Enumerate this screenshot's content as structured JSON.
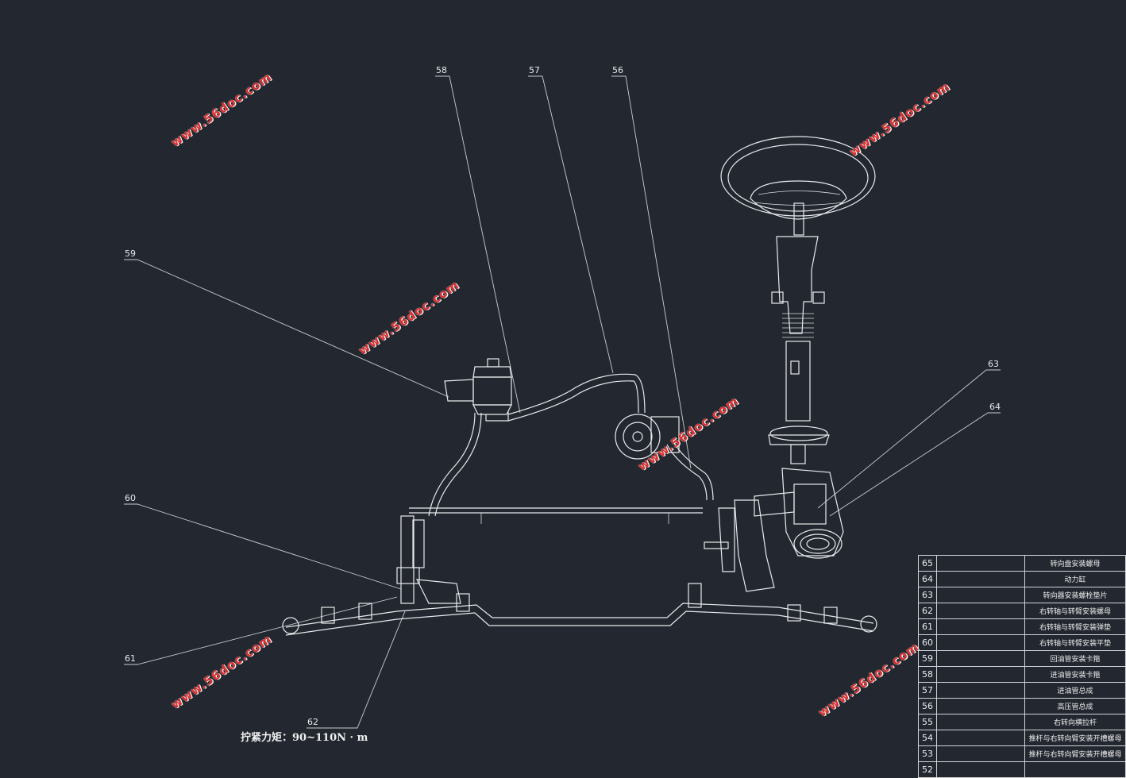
{
  "callouts": [
    {
      "id": "58",
      "label": "58"
    },
    {
      "id": "57",
      "label": "57"
    },
    {
      "id": "56",
      "label": "56"
    },
    {
      "id": "59",
      "label": "59"
    },
    {
      "id": "60",
      "label": "60"
    },
    {
      "id": "61",
      "label": "61"
    },
    {
      "id": "62",
      "label": "62"
    },
    {
      "id": "63",
      "label": "63"
    },
    {
      "id": "64",
      "label": "64"
    }
  ],
  "watermark": "www.56doc.com",
  "torque_note": "拧紧力矩：90~110N · m",
  "parts_table": [
    {
      "no": "65",
      "name": "转向盘安装螺母"
    },
    {
      "no": "64",
      "name": "动力缸"
    },
    {
      "no": "63",
      "name": "转向器安装螺栓垫片"
    },
    {
      "no": "62",
      "name": "右转轴与转臂安装螺母"
    },
    {
      "no": "61",
      "name": "右转轴与转臂安装弹垫"
    },
    {
      "no": "60",
      "name": "右转轴与转臂安装平垫"
    },
    {
      "no": "59",
      "name": "回油管安装卡箍"
    },
    {
      "no": "58",
      "name": "进油管安装卡箍"
    },
    {
      "no": "57",
      "name": "进油管总成"
    },
    {
      "no": "56",
      "name": "高压管总成"
    },
    {
      "no": "55",
      "name": "右转向横拉杆"
    },
    {
      "no": "54",
      "name": "推杆与右转向臂安装开槽螺母"
    },
    {
      "no": "53",
      "name": "推杆与右转向臂安装开槽螺母"
    },
    {
      "no": "52",
      "name": ""
    }
  ],
  "colors": {
    "background": "#232830",
    "line": "#e8eaec",
    "watermark": "#d83030"
  }
}
